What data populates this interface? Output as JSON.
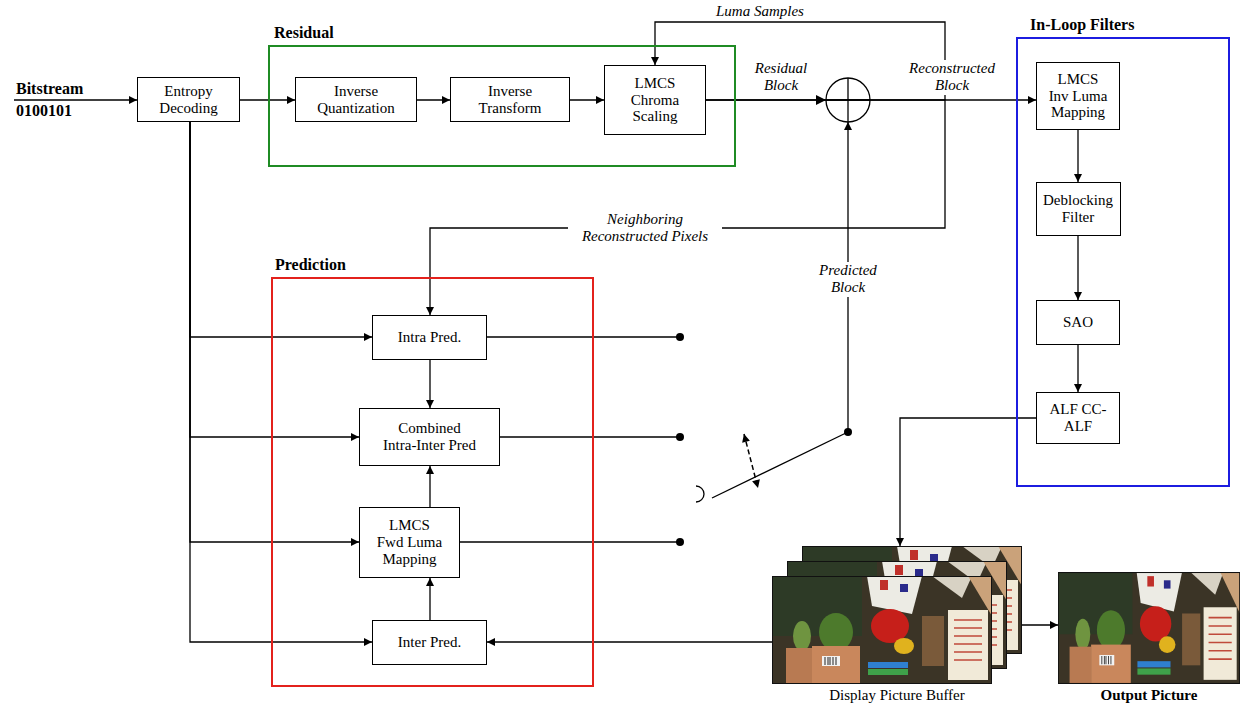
{
  "diagram": {
    "nodes": [
      {
        "text": [
          "Entropy Decoding"
        ]
      },
      {
        "text": [
          "Residual"
        ]
      },
      {
        "text": [
          "Inverse Quantization"
        ],
        "in": 1
      },
      {
        "text": [
          "Inverse Transform"
        ],
        "in": 1
      },
      {
        "text": [
          "LMCS Chroma Scaling"
        ],
        "in": 1
      },
      {
        "text": [
          "In-Loop Filters"
        ]
      },
      {
        "text": [
          "LMCS Inv Luma Mapping"
        ],
        "in": 5
      },
      {
        "text": [
          "Deblocking Filter"
        ],
        "in": 5
      },
      {
        "text": [
          "SAO"
        ],
        "in": 5
      },
      {
        "text": [
          "ALF CC-ALF"
        ],
        "in": 5
      },
      {
        "text": [
          "Prediction"
        ]
      },
      {
        "text": [
          "Intra Pred."
        ],
        "in": 10
      },
      {
        "text": [
          "Combined Intra-Inter Pred"
        ],
        "in": 10
      },
      {
        "text": [
          "LMCS Fwd Luma Mapping"
        ],
        "in": 10
      },
      {
        "text": [
          "Inter Pred."
        ],
        "in": 10
      },
      {
        "text": [
          "Display Picture Buffer"
        ]
      },
      {
        "text": [
          "Output Picture"
        ]
      }
    ],
    "edges": [
      {
        "from": 0,
        "to": 2,
        "arrow": "to"
      },
      {
        "from": 2,
        "to": 3,
        "arrow": "to"
      },
      {
        "from": 3,
        "to": 4,
        "arrow": "to"
      },
      {
        "from": 4,
        "to": 6,
        "arrow": "to"
      },
      {
        "from": 4,
        "to": 11,
        "label": "Neighboring Reconstructed Pixels",
        "arrow": "to"
      },
      {
        "from": 6,
        "to": 7,
        "arrow": "to"
      },
      {
        "from": 7,
        "to": 8,
        "arrow": "to"
      },
      {
        "from": 8,
        "to": 9,
        "arrow": "to"
      },
      {
        "from": 9,
        "to": 15,
        "arrow": "to"
      },
      {
        "from": 15,
        "to": 14,
        "arrow": "to"
      },
      {
        "from": 15,
        "to": 16,
        "arrow": "to"
      },
      {
        "from": 0,
        "to": 11,
        "arrow": "to"
      },
      {
        "from": 0,
        "to": 12,
        "arrow": "to"
      },
      {
        "from": 0,
        "to": 13,
        "arrow": "to"
      },
      {
        "from": 0,
        "to": 14,
        "arrow": "to"
      },
      {
        "from": 11,
        "to": 12,
        "arrow": "to"
      },
      {
        "from": 13,
        "to": 12,
        "arrow": "to"
      },
      {
        "from": 14,
        "to": 13,
        "arrow": "to"
      }
    ],
    "labels": [
      "Bitstream",
      "0100101",
      "Luma Samples",
      "Residual Block",
      "Reconstructed Block",
      "Predicted Block"
    ]
  }
}
